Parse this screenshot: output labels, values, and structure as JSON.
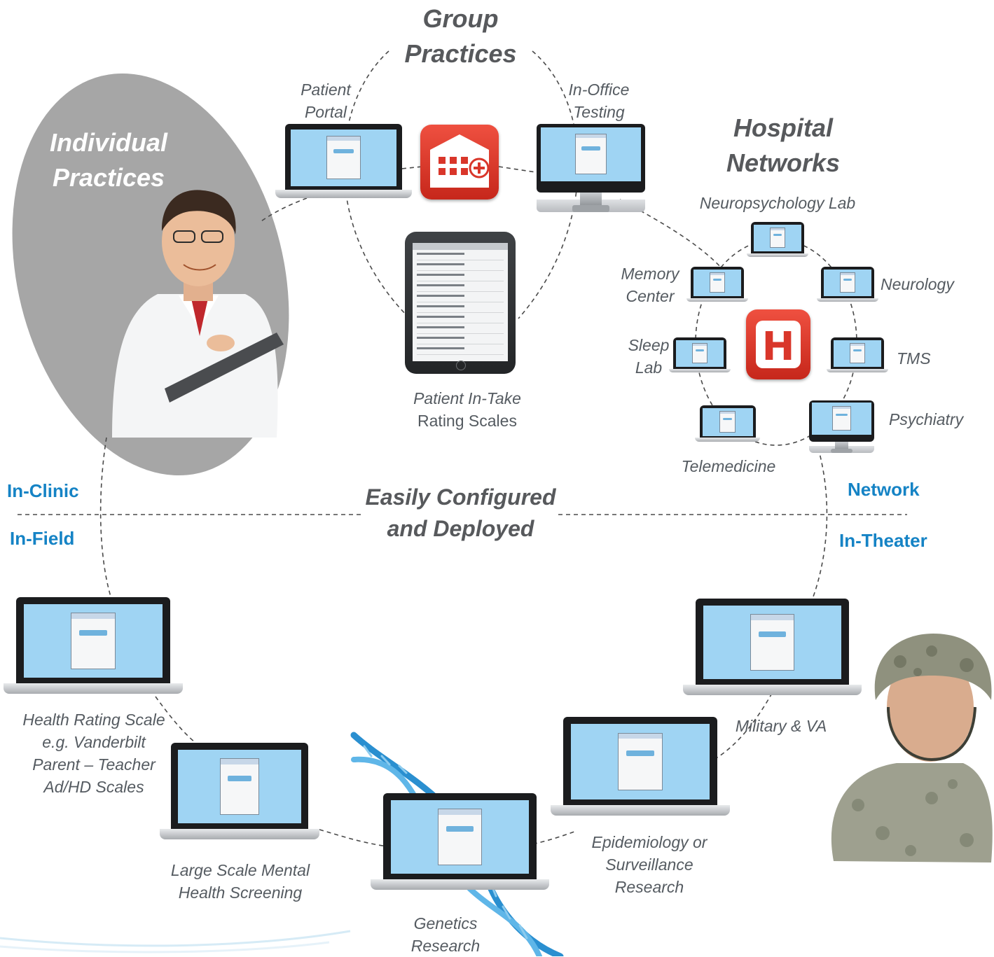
{
  "titles": {
    "group_practices": [
      "Group",
      "Practices"
    ],
    "individual_practices": [
      "Individual",
      "Practices"
    ],
    "hospital_networks": [
      "Hospital",
      "Networks"
    ],
    "center": [
      "Easily Configured",
      "and Deployed"
    ]
  },
  "zones": {
    "in_clinic": "In-Clinic",
    "in_field": "In-Field",
    "network": "Network",
    "in_theater": "In-Theater"
  },
  "group": {
    "patient_portal": [
      "Patient",
      "Portal"
    ],
    "in_office_testing": [
      "In-Office",
      "Testing"
    ],
    "intake": [
      "Patient In-Take",
      "Rating Scales"
    ]
  },
  "hospital": {
    "neuropsychology_lab": "Neuropsychology Lab",
    "memory_center": [
      "Memory",
      "Center"
    ],
    "neurology": "Neurology",
    "sleep_lab": [
      "Sleep",
      "Lab"
    ],
    "tms": "TMS",
    "psychiatry": "Psychiatry",
    "telemedicine": "Telemedicine",
    "icon_letter": "H"
  },
  "field": {
    "health_rating": [
      "Health Rating Scale",
      "e.g. Vanderbilt",
      "Parent – Teacher",
      "Ad/HD Scales"
    ],
    "large_scale": [
      "Large Scale Mental",
      "Health Screening"
    ],
    "genetics": [
      "Genetics",
      "Research"
    ],
    "epidemiology": [
      "Epidemiology or",
      "Surveillance",
      "Research"
    ],
    "military": "Military & VA"
  },
  "colors": {
    "zone_blue": "#1583c5",
    "hospital_red": "#d9362a",
    "screen_blue": "#9fd4f3",
    "ellipse_gray": "#a6a6a6",
    "dna_blue": "#2a8fd0"
  },
  "icons": [
    "hospital-building-icon",
    "hospital-h-icon",
    "doctor-photo",
    "soldier-photo",
    "dna-helix"
  ]
}
